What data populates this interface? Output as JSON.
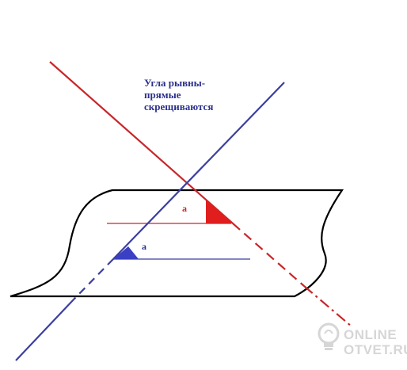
{
  "caption": "Угла рывны-\nпрямые\nскрещиваются",
  "angle_label_red": "a",
  "angle_label_blue": "a",
  "watermark": {
    "line1": "ONLINE",
    "line2": "OTVET.RU",
    "icon": "lightbulb-icon"
  },
  "colors": {
    "red_line": "#c8262a",
    "blue_line": "#3b3fa0",
    "plane_outline": "#000000",
    "red_angle_fill": "#e01e1e",
    "blue_angle_fill": "#3a3fc4"
  }
}
